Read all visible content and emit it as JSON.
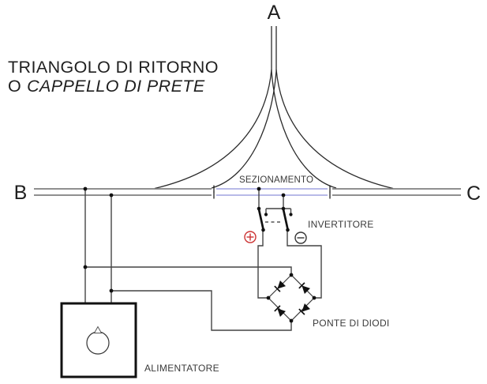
{
  "title": {
    "line1": "TRIANGOLO DI RITORNO",
    "line2_prefix": "O",
    "line2_italic": "CAPPELLO DI PRETE"
  },
  "track": {
    "endpoint_a": "A",
    "endpoint_b": "B",
    "endpoint_c": "C",
    "section_label": "SEZIONAMENTO",
    "rail_color": "#7f7f7f",
    "section_color": "#a0a4e0"
  },
  "inverter": {
    "label": "INVERTITORE",
    "plus_symbol": "+",
    "minus_symbol": "−",
    "plus_color": "#cc3333",
    "minus_color": "#333333"
  },
  "bridge": {
    "label": "PONTE DI DIODI"
  },
  "power_supply": {
    "label": "ALIMENTATORE"
  }
}
